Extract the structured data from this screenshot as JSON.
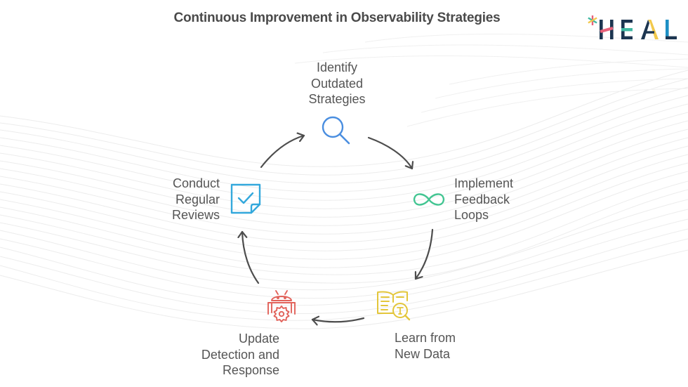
{
  "title": "Continuous Improvement in Observability Strategies",
  "logo": {
    "asterisk": "*",
    "letters": [
      "H",
      "E",
      "A",
      "L"
    ],
    "colors": {
      "navy": "#1c3550",
      "pink": "#e8627a",
      "teal": "#3fb8a2",
      "yellow": "#f2c94c",
      "blue": "#1d8fc4"
    }
  },
  "diagram": {
    "type": "cycle",
    "steps": [
      {
        "id": "identify",
        "label": "Identify\nOutdated\nStrategies",
        "icon": "magnifier-icon",
        "color": "#4a8ee0"
      },
      {
        "id": "feedback",
        "label": "Implement\nFeedback\nLoops",
        "icon": "infinity-icon",
        "color": "#43c592"
      },
      {
        "id": "learn",
        "label": "Learn from\nNew Data",
        "icon": "book-search-icon",
        "color": "#e3c63a"
      },
      {
        "id": "update",
        "label": "Update\nDetection and\nResponse",
        "icon": "android-gear-icon",
        "color": "#e2625a"
      },
      {
        "id": "review",
        "label": "Conduct\nRegular\nReviews",
        "icon": "checked-note-icon",
        "color": "#33a8dc"
      }
    ],
    "arrow_color": "#4d4d4d",
    "flow": [
      "identify",
      "feedback",
      "learn",
      "update",
      "review",
      "identify"
    ]
  }
}
